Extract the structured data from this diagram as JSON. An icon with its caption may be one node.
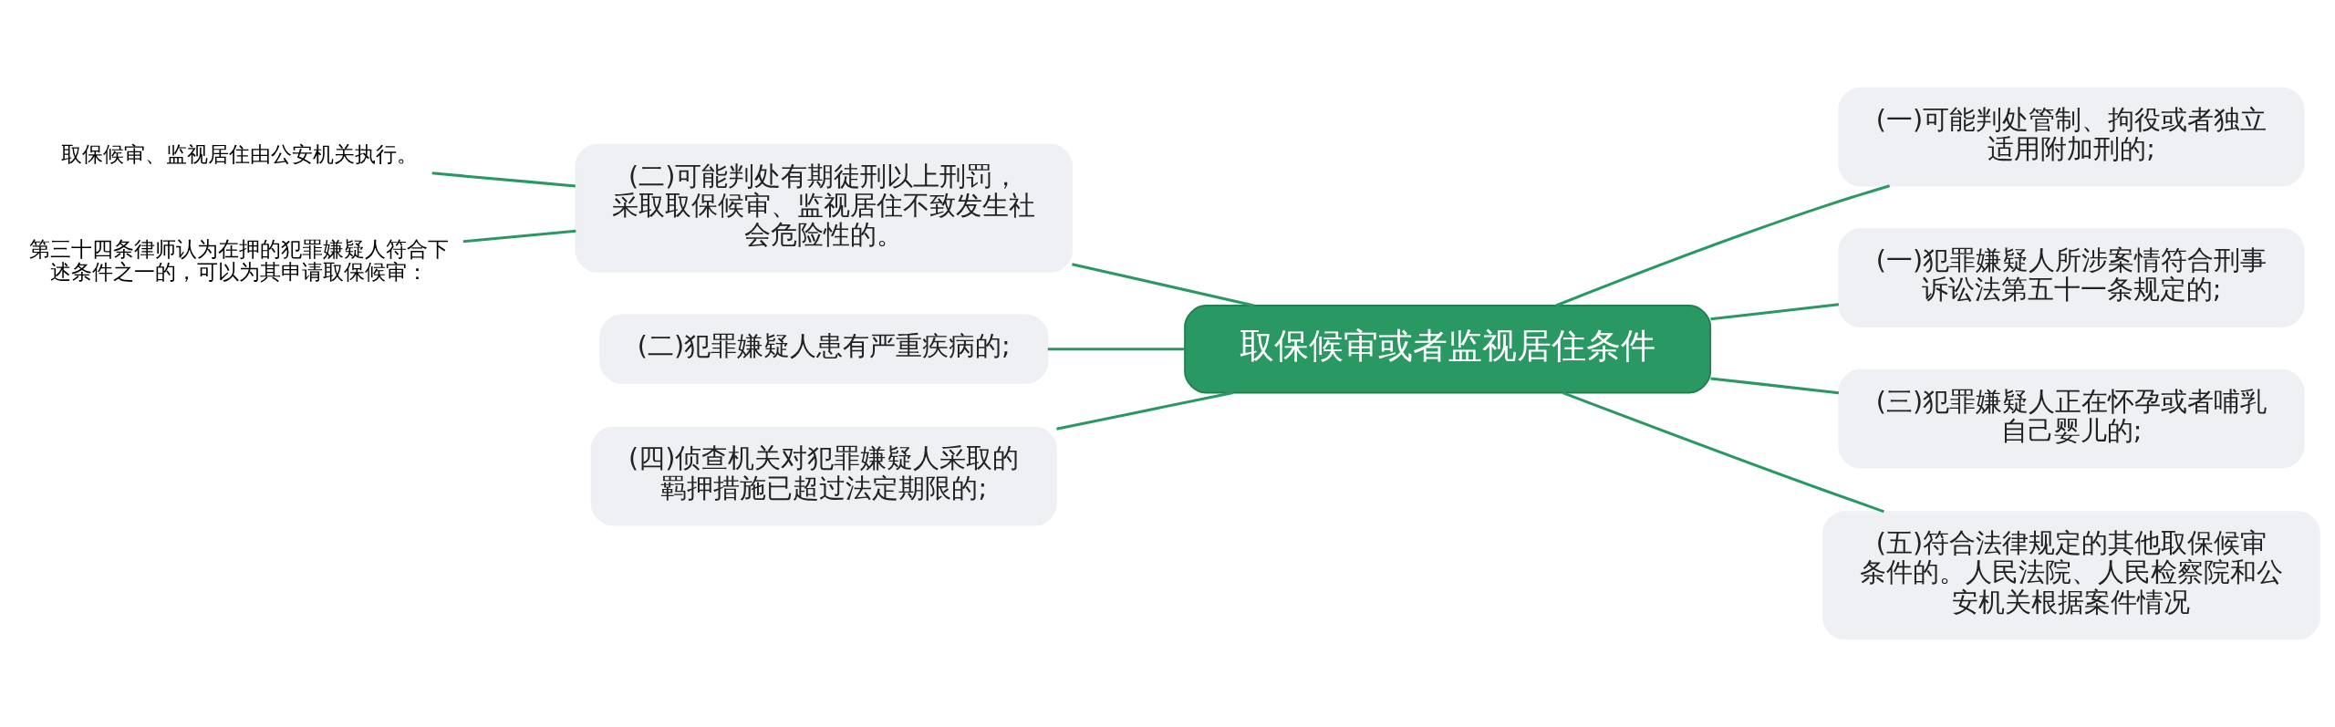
{
  "diagram": {
    "nodes": [
      {
        "text": [
          "取保候审或者监视居住条件"
        ]
      },
      {
        "text": [
          "(二)可能判处有期徒刑以上刑罚，采取取保候审、监视居住不致发生社会危险性的。"
        ]
      },
      {
        "text": [
          "(二)犯罪嫌疑人患有严重疾病的;"
        ]
      },
      {
        "text": [
          "(四)侦查机关对犯罪嫌疑人采取的羁押措施已超过法定期限的;"
        ]
      },
      {
        "text": [
          "(一)可能判处管制、拘役或者独立适用附加刑的;"
        ]
      },
      {
        "text": [
          "(一)犯罪嫌疑人所涉案情符合刑事诉讼法第五十一条规定的;"
        ]
      },
      {
        "text": [
          "(三)犯罪嫌疑人正在怀孕或者哺乳自己婴儿的;"
        ]
      },
      {
        "text": [
          "(五)符合法律规定的其他取保候审条件的。人民法院、人民检察院和公安机关根据案件情况"
        ]
      },
      {
        "text": [
          "取保候审、监视居住由公安机关执行。"
        ]
      },
      {
        "text": [
          "第三十四条律师认为在押的犯罪嫌疑人符合下述条件之一的，可以为其申请取保候审："
        ]
      }
    ],
    "edges": [
      {
        "from": 0,
        "to": 1,
        "arrow": "none"
      },
      {
        "from": 0,
        "to": 2,
        "arrow": "none"
      },
      {
        "from": 0,
        "to": 3,
        "arrow": "none"
      },
      {
        "from": 0,
        "to": 4,
        "arrow": "none"
      },
      {
        "from": 0,
        "to": 5,
        "arrow": "none"
      },
      {
        "from": 0,
        "to": 6,
        "arrow": "none"
      },
      {
        "from": 0,
        "to": 7,
        "arrow": "none"
      },
      {
        "from": 1,
        "to": 8,
        "arrow": "none"
      },
      {
        "from": 1,
        "to": 9,
        "arrow": "none"
      }
    ]
  }
}
